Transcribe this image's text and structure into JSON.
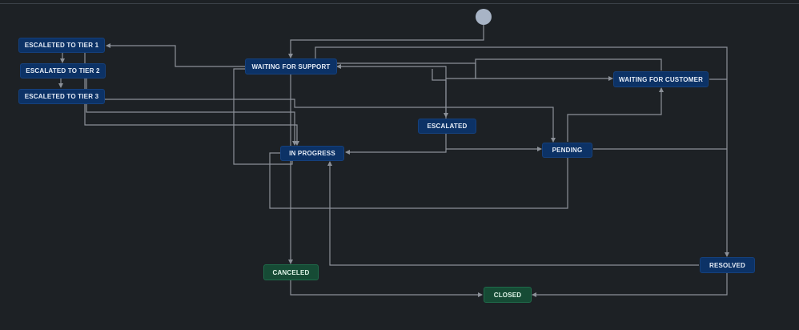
{
  "workflow": {
    "statuses": {
      "tier1": "ESCALETED TO TIER 1",
      "tier2": "ESCALATED TO TIER 2",
      "tier3": "ESCALETED TO TIER 3",
      "waiting_support": "WAITING FOR SUPPORT",
      "waiting_customer": "WAITING FOR CUSTOMER",
      "escalated": "ESCALATED",
      "in_progress": "IN PROGRESS",
      "pending": "PENDING",
      "canceled": "CANCELED",
      "resolved": "RESOLVED",
      "closed": "CLOSED"
    }
  },
  "colors": {
    "background": "#1d2125",
    "status_node": "#0c3266",
    "done_node": "#164b35",
    "edge": "#8c9199",
    "start_node": "#a8b4c6"
  }
}
